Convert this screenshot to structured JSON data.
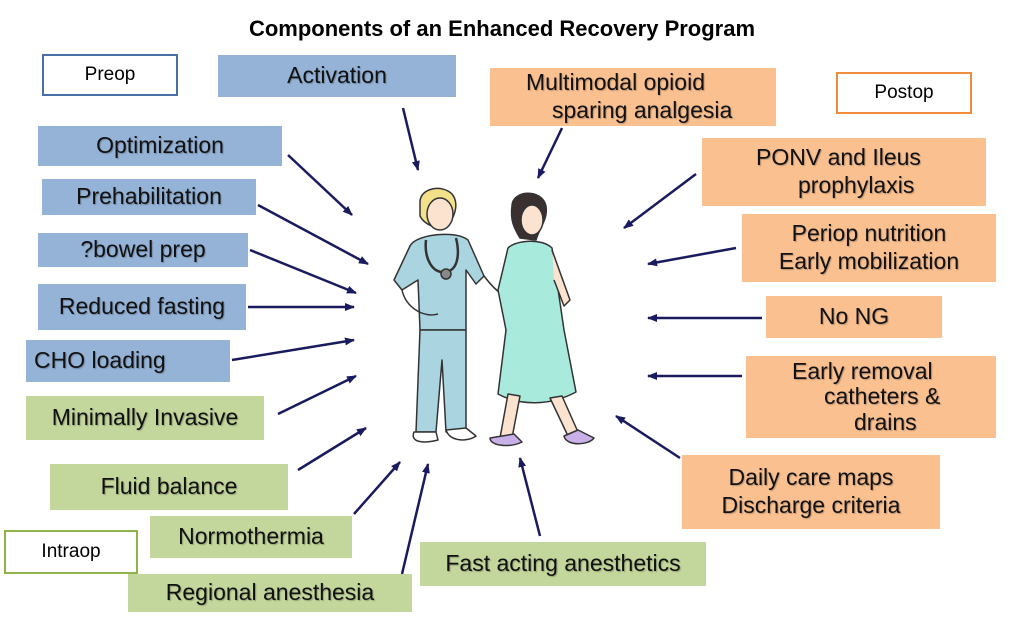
{
  "title": "Components of an Enhanced Recovery Program",
  "legend": {
    "preop": "Preop",
    "intraop": "Intraop",
    "postop": "Postop"
  },
  "colors": {
    "preop": "#95b3d7",
    "intraop": "#c3d69b",
    "postop": "#fac090"
  },
  "preop_items": {
    "activation": "Activation",
    "optimization": "Optimization",
    "prehabilitation": "Prehabilitation",
    "bowel_prep": "?bowel prep",
    "reduced_fasting": "Reduced fasting",
    "cho_loading": "CHO loading"
  },
  "intraop_items": {
    "minimally_invasive": "Minimally Invasive",
    "fluid_balance": "Fluid balance",
    "normothermia": "Normothermia",
    "regional_anesthesia": "Regional anesthesia",
    "fast_acting": "Fast acting anesthetics"
  },
  "postop_items": {
    "analgesia_1": "Multimodal opioid",
    "analgesia_2": "sparing analgesia",
    "ponv_1": "PONV and Ileus",
    "ponv_2": "prophylaxis",
    "nutrition_1": "Periop nutrition",
    "nutrition_2": "Early mobilization",
    "no_ng": "No NG",
    "removal_1": "Early removal",
    "removal_2": "catheters &",
    "removal_3": "drains",
    "care_1": "Daily care maps",
    "care_2": "Discharge criteria"
  }
}
